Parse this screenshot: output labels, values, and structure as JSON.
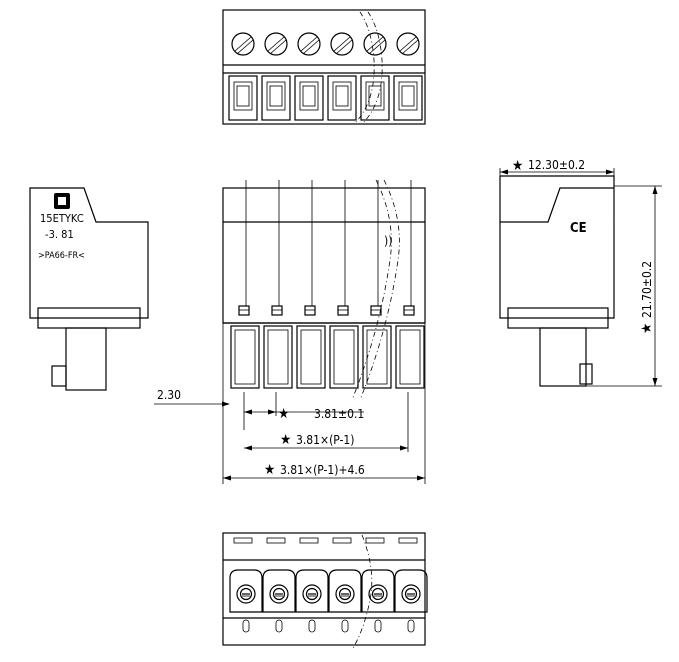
{
  "side_view_label": {
    "line1": "15ETYKC",
    "line2": "-3. 81",
    "line3": ">PA66-FR<"
  },
  "ce_mark": "CE",
  "dimensions": {
    "width_top": "12.30±0.2",
    "height": "21.70±0.2",
    "offset": "2.30",
    "pitch": "3.81±0.1",
    "pitch_total": "3.81×(P-1)",
    "overall": "3.81×(P-1)+4.6"
  },
  "star_symbol": "★",
  "pin_count": 6
}
